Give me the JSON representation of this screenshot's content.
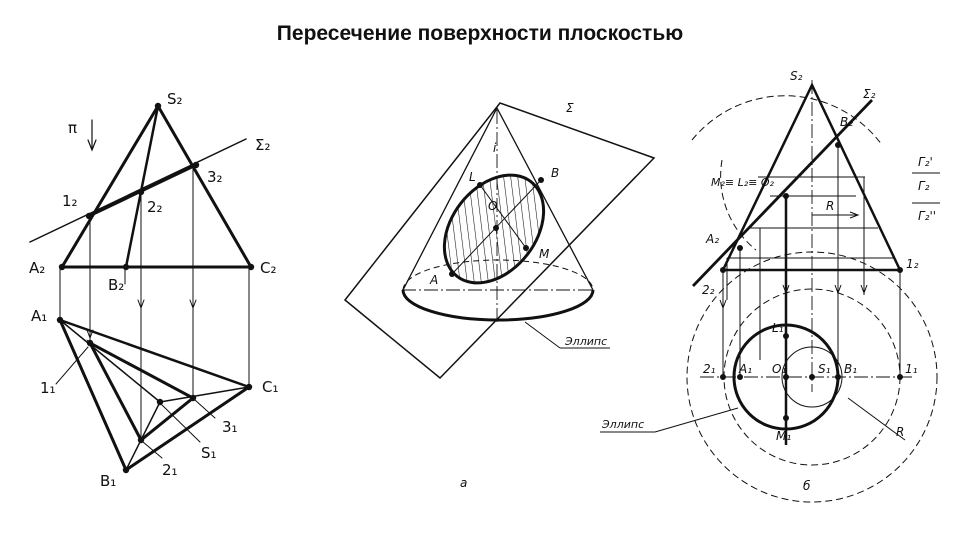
{
  "title": "Пересечение поверхности плоскостью",
  "left_figure": {
    "labels": {
      "s2": "S₂",
      "sigma2": "Σ₂",
      "pi": "π",
      "p1_2": "1₂",
      "p2_2": "2₂",
      "p3_2": "3₂",
      "a2": "A₂",
      "b2": "B₂",
      "c2": "C₂",
      "a1": "A₁",
      "b1": "B₁",
      "c1": "C₁",
      "p1_1": "1₁",
      "p2_1": "2₁",
      "p3_1": "3₁",
      "s1": "S₁"
    }
  },
  "middle_figure": {
    "labels": {
      "sigma": "Σ",
      "i": "i",
      "L": "L",
      "B": "B",
      "O": "O",
      "M": "M",
      "A": "A",
      "ellipse": "Эллипс",
      "caption": "а"
    }
  },
  "right_figure": {
    "labels": {
      "s2": "S₂",
      "sigma2": "Σ₂",
      "b2": "B₂",
      "meq": "M₂≡ L₂≡ O₂",
      "r": "R",
      "a2": "A₂",
      "g1": "Г₂'",
      "g2": "Г₂",
      "g3": "Г₂''",
      "one2": "1₂",
      "two2": "2₂",
      "l1": "L₁",
      "two1": "2₁",
      "a1": "A₁",
      "o1": "O₁",
      "s1": "S₁",
      "b1": "B₁",
      "one1": "1₁",
      "m1": "M₁",
      "r_bottom": "R",
      "ellipse": "Эллипс",
      "caption": "б"
    }
  }
}
